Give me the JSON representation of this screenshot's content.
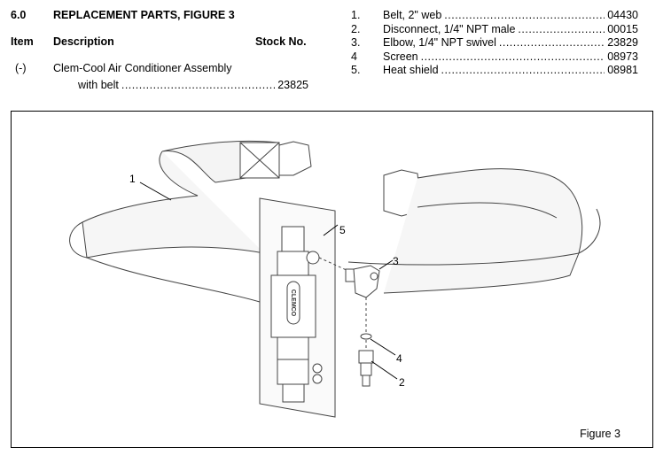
{
  "section": {
    "number": "6.0",
    "title": "REPLACEMENT PARTS, FIGURE 3"
  },
  "table": {
    "headers": {
      "item": "Item",
      "description": "Description",
      "stock": "Stock No."
    },
    "assembly": {
      "item": "(-)",
      "line1": "Clem-Cool Air Conditioner Assembly",
      "line2": "with belt",
      "stock": "23825"
    }
  },
  "parts": [
    {
      "num": "1.",
      "desc": "Belt, 2\" web",
      "stock": "04430"
    },
    {
      "num": "2.",
      "desc": "Disconnect, 1/4\" NPT male",
      "stock": "00015"
    },
    {
      "num": "3.",
      "desc": "Elbow, 1/4\" NPT swivel",
      "stock": "23829"
    },
    {
      "num": "4",
      "desc": "Screen",
      "stock": "08973"
    },
    {
      "num": "5.",
      "desc": "Heat shield",
      "stock": "08981"
    }
  ],
  "figure": {
    "caption": "Figure 3",
    "callouts": [
      "1",
      "2",
      "3",
      "4",
      "5"
    ],
    "brand_mark": "CLEMCO"
  }
}
